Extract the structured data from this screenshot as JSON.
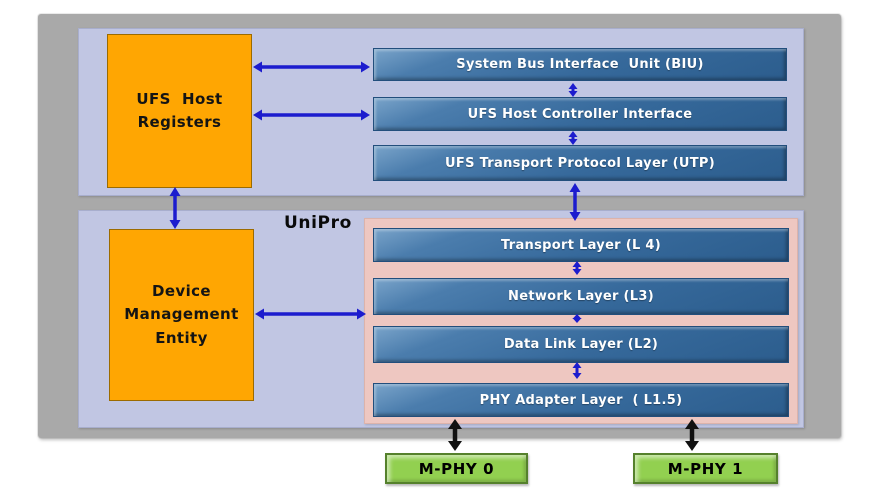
{
  "colors": {
    "canvas-bg": "#ffffff",
    "container-gray": "#a9a9a9",
    "panel-lavender": "#c1c6e3",
    "panel-pink": "#eec7c1",
    "box-blue": "#36699b",
    "blue-box-text": "#ffffff",
    "box-orange": "#ffa602",
    "box-green": "#92d050",
    "arrow-blue": "#1c1cce",
    "arrow-black": "#111111"
  },
  "top_panel": {
    "registers_label": "UFS  Host\nRegisters",
    "layers": [
      {
        "label": "System Bus Interface  Unit (BIU)"
      },
      {
        "label": "UFS Host Controller Interface"
      },
      {
        "label": "UFS Transport Protocol Layer (UTP)"
      }
    ]
  },
  "unipro_panel": {
    "label": "UniPro",
    "dme_label": "Device\nManagement\nEntity",
    "layers": [
      {
        "label": "Transport Layer (L 4)"
      },
      {
        "label": "Network Layer (L3)"
      },
      {
        "label": "Data Link Layer (L2)"
      },
      {
        "label": "PHY Adapter Layer  ( L1.5)"
      }
    ]
  },
  "mphy": [
    {
      "label": "M-PHY 0"
    },
    {
      "label": "M-PHY 1"
    }
  ]
}
